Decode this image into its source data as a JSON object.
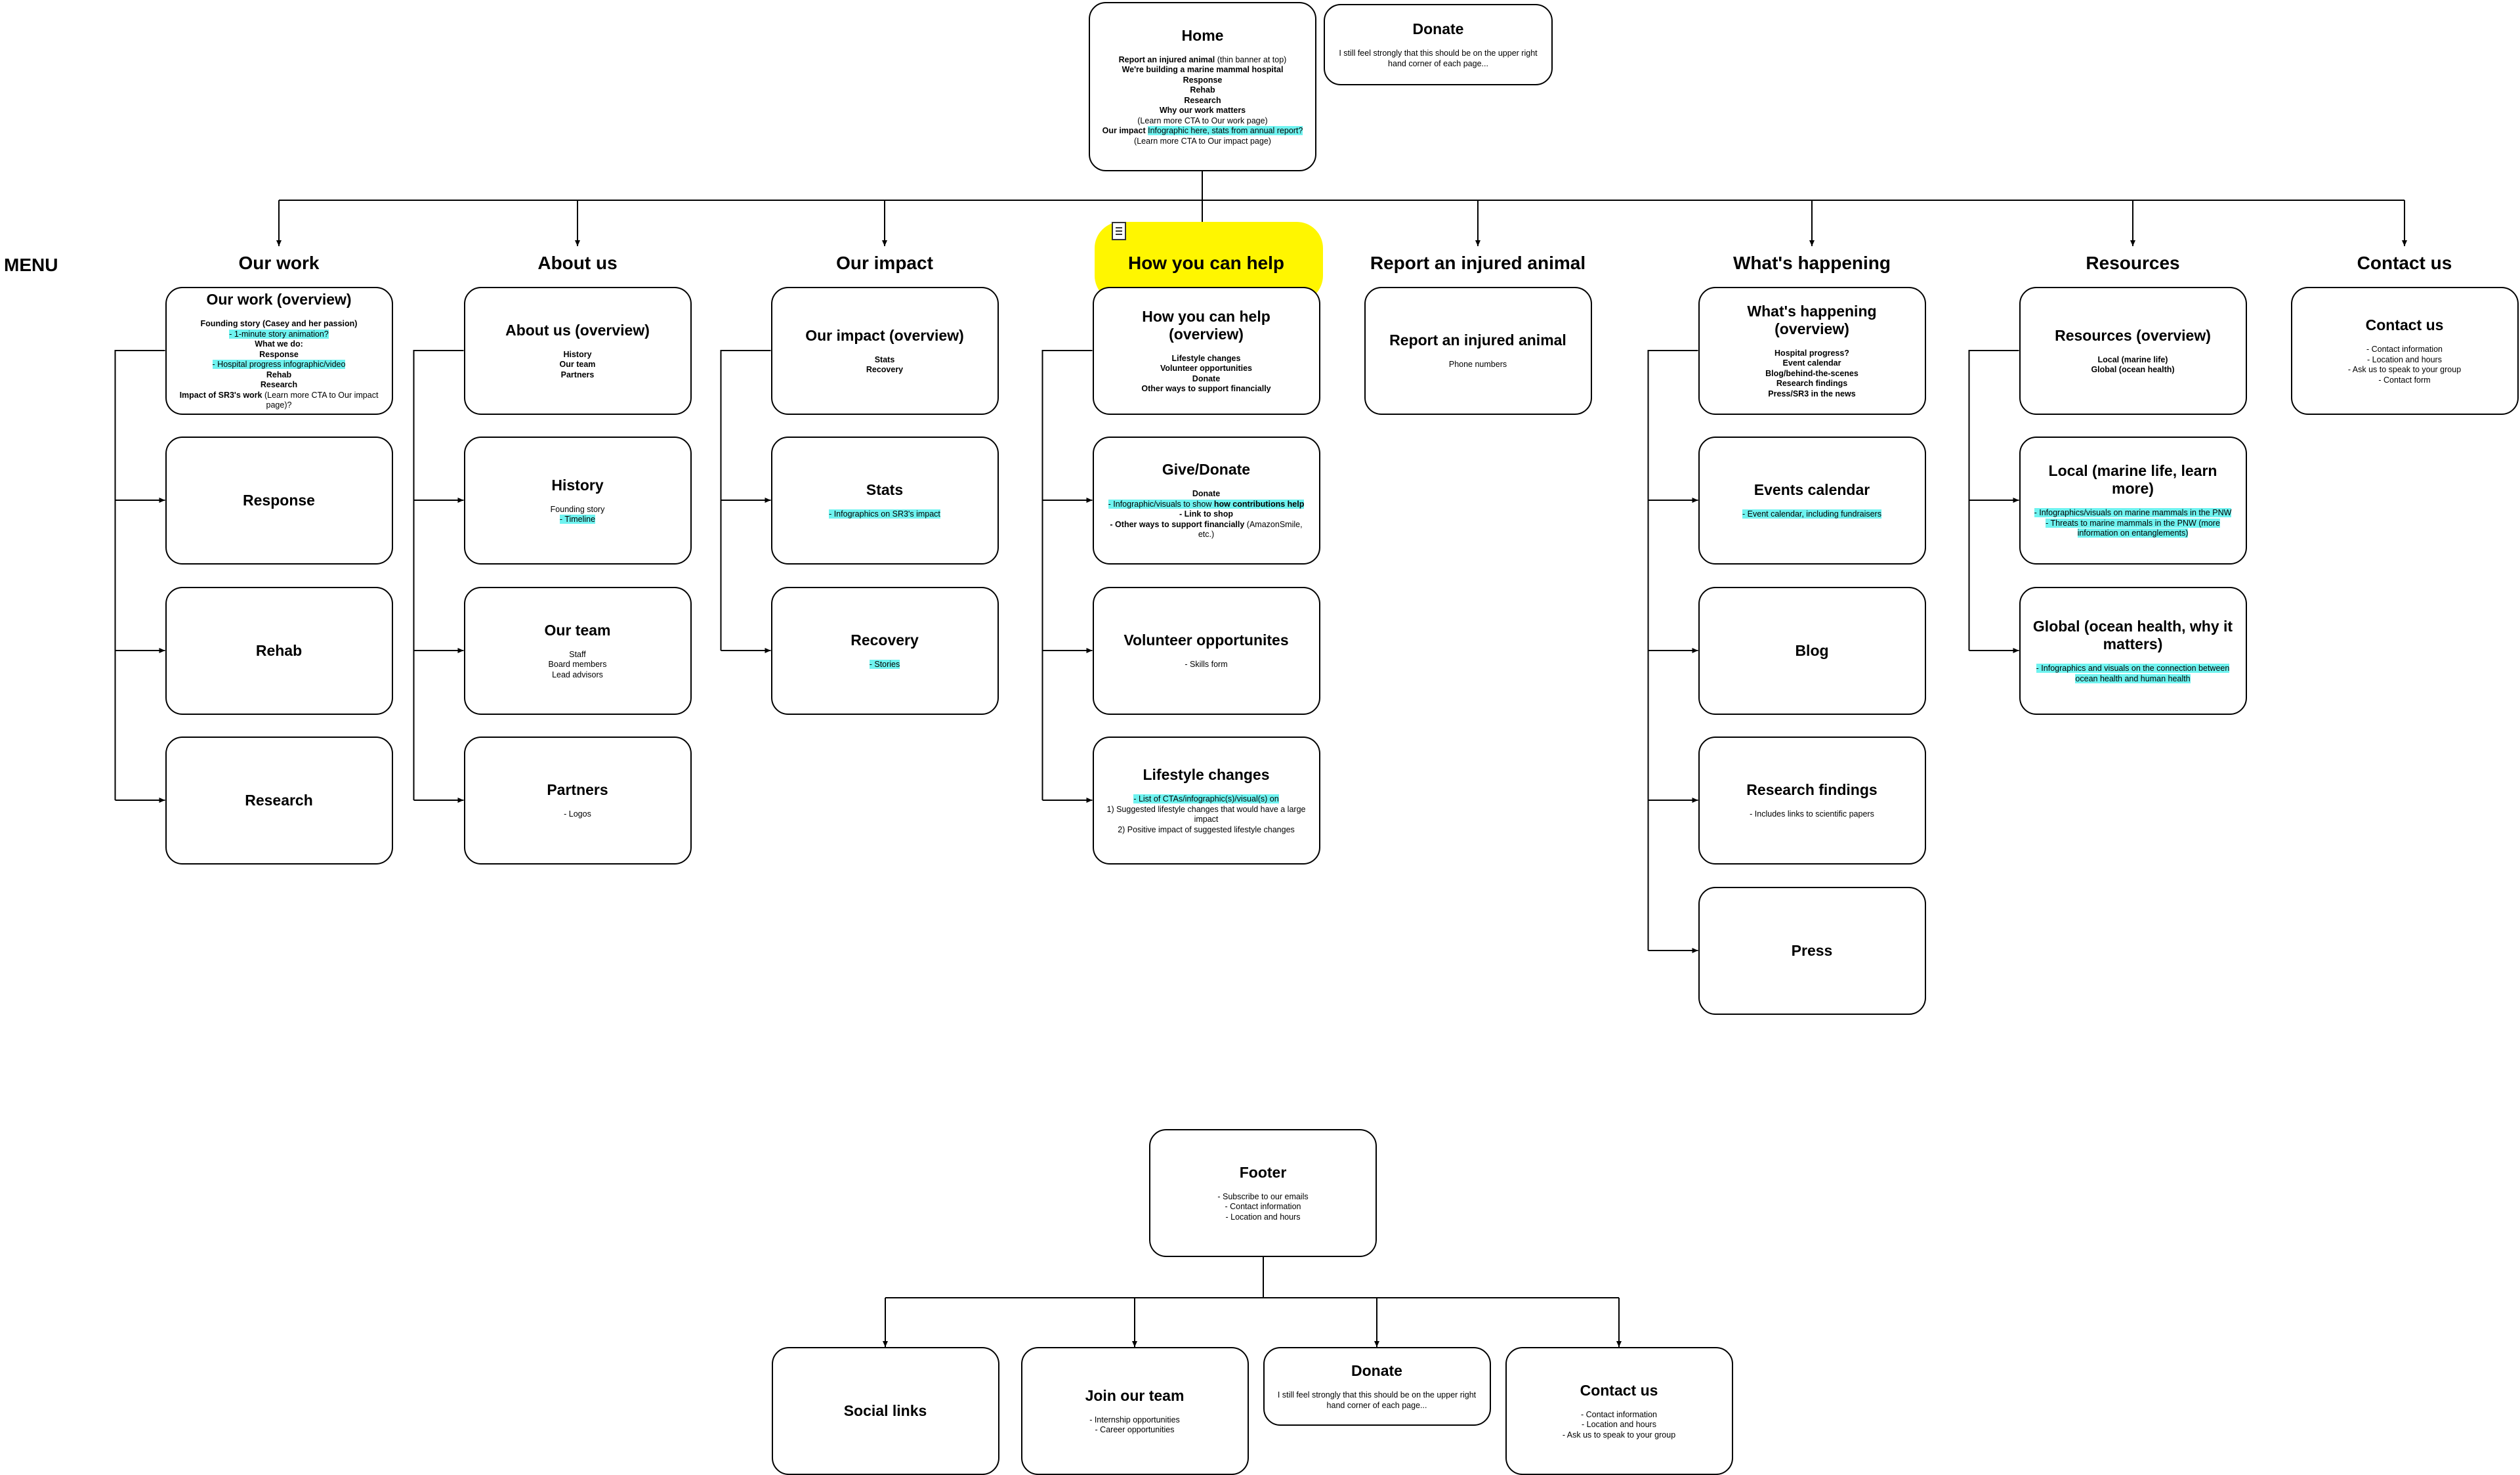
{
  "menu_label": "MENU",
  "home": {
    "title": "Home",
    "lines": [
      [
        {
          "t": "Report an injured animal",
          "b": true
        },
        {
          "t": " (thin banner at top)"
        }
      ],
      [
        {
          "t": "We're building a marine mammal hospital",
          "b": true
        }
      ],
      [
        {
          "t": "Response",
          "b": true
        }
      ],
      [
        {
          "t": "Rehab",
          "b": true
        }
      ],
      [
        {
          "t": "Research",
          "b": true
        }
      ],
      [
        {
          "t": "Why our work matters",
          "b": true
        }
      ],
      [
        {
          "t": "(Learn more CTA to Our work page)"
        }
      ],
      [
        {
          "t": "Our impact ",
          "b": true
        },
        {
          "t": "Infographic here, stats from annual report?",
          "h": true
        }
      ],
      [
        {
          "t": "(Learn more CTA to Our impact page)"
        }
      ]
    ]
  },
  "donate_top": {
    "title": "Donate",
    "lines": [
      [
        {
          "t": "I still feel strongly that this should be on the upper right hand corner of each page..."
        }
      ]
    ]
  },
  "columns": [
    {
      "header": "Our work",
      "nodes": [
        {
          "title": "Our work (overview)",
          "lines": [
            [
              {
                "t": "Founding story (Casey and her passion)",
                "b": true
              }
            ],
            [
              {
                "t": "- 1-minute story animation?",
                "h": true
              }
            ],
            [
              {
                "t": "What we do:",
                "b": true
              }
            ],
            [
              {
                "t": "Response",
                "b": true
              }
            ],
            [
              {
                "t": "- Hospital progress infographic/video",
                "h": true
              }
            ],
            [
              {
                "t": "Rehab",
                "b": true
              }
            ],
            [
              {
                "t": "Research",
                "b": true
              }
            ],
            [
              {
                "t": "Impact of SR3's work ",
                "b": true
              },
              {
                "t": "(Learn more CTA to Our impact page)?"
              }
            ]
          ]
        },
        {
          "title": "Response",
          "lines": []
        },
        {
          "title": "Rehab",
          "lines": []
        },
        {
          "title": "Research",
          "lines": []
        }
      ]
    },
    {
      "header": "About us",
      "nodes": [
        {
          "title": "About us (overview)",
          "lines": [
            [
              {
                "t": "History",
                "b": true
              }
            ],
            [
              {
                "t": "Our team",
                "b": true
              }
            ],
            [
              {
                "t": "Partners",
                "b": true
              }
            ]
          ]
        },
        {
          "title": "History",
          "lines": [
            [
              {
                "t": "Founding story"
              }
            ],
            [
              {
                "t": "- Timeline",
                "h": true
              }
            ]
          ]
        },
        {
          "title": "Our team",
          "lines": [
            [
              {
                "t": "Staff"
              }
            ],
            [
              {
                "t": "Board members"
              }
            ],
            [
              {
                "t": "Lead advisors"
              }
            ]
          ]
        },
        {
          "title": "Partners",
          "lines": [
            [
              {
                "t": "- Logos"
              }
            ]
          ]
        }
      ]
    },
    {
      "header": "Our impact",
      "nodes": [
        {
          "title": "Our impact (overview)",
          "lines": [
            [
              {
                "t": "Stats",
                "b": true
              }
            ],
            [
              {
                "t": "Recovery",
                "b": true
              }
            ]
          ]
        },
        {
          "title": "Stats",
          "lines": [
            [
              {
                "t": "- Infographics on SR3's impact",
                "h": true
              }
            ]
          ]
        },
        {
          "title": "Recovery",
          "lines": [
            [
              {
                "t": "- Stories",
                "h": true
              }
            ]
          ]
        }
      ]
    },
    {
      "header": "How you can help",
      "nodes": [
        {
          "title": "How you can help (overview)",
          "lines": [
            [
              {
                "t": "Lifestyle changes",
                "b": true
              }
            ],
            [
              {
                "t": "Volunteer opportunities",
                "b": true
              }
            ],
            [
              {
                "t": "Donate",
                "b": true
              }
            ],
            [
              {
                "t": "Other ways to support financially",
                "b": true
              }
            ]
          ]
        },
        {
          "title": "Give/Donate",
          "lines": [
            [
              {
                "t": "Donate",
                "b": true
              }
            ],
            [
              {
                "t": "- Infographic/visuals to show ",
                "h": true
              },
              {
                "t": "how contributions help",
                "h": true,
                "b": true
              }
            ],
            [
              {
                "t": "- Link to shop",
                "b": true
              }
            ],
            [
              {
                "t": "- Other ways to support financially",
                "b": true
              },
              {
                "t": " (AmazonSmile, etc.)"
              }
            ]
          ]
        },
        {
          "title": "Volunteer opportunites",
          "lines": [
            [
              {
                "t": "- Skills form"
              }
            ]
          ]
        },
        {
          "title": "Lifestyle changes",
          "lines": [
            [
              {
                "t": "- List of CTAs/infographic(s)/visual(s) on",
                "h": true
              }
            ],
            [
              {
                "t": "1) Suggested lifestyle changes that would have a large impact"
              }
            ],
            [
              {
                "t": "2) Positive impact of suggested lifestyle changes"
              }
            ]
          ]
        }
      ]
    },
    {
      "header": "Report an injured animal",
      "nodes": [
        {
          "title": "Report an injured animal",
          "lines": [
            [
              {
                "t": "Phone numbers"
              }
            ]
          ]
        }
      ]
    },
    {
      "header": "What's happening",
      "nodes": [
        {
          "title": "What's happening (overview)",
          "lines": [
            [
              {
                "t": "Hospital progress?",
                "b": true
              }
            ],
            [
              {
                "t": "Event calendar",
                "b": true
              }
            ],
            [
              {
                "t": "Blog/behind-the-scenes",
                "b": true
              }
            ],
            [
              {
                "t": "Research findings",
                "b": true
              }
            ],
            [
              {
                "t": "Press/SR3 in the news",
                "b": true
              }
            ]
          ]
        },
        {
          "title": "Events calendar",
          "lines": [
            [
              {
                "t": "- Event calendar, including fundraisers",
                "h": true
              }
            ]
          ]
        },
        {
          "title": "Blog",
          "lines": []
        },
        {
          "title": "Research findings",
          "lines": [
            [
              {
                "t": "- Includes links to scientific papers"
              }
            ]
          ]
        },
        {
          "title": "Press",
          "lines": []
        }
      ]
    },
    {
      "header": "Resources",
      "nodes": [
        {
          "title": "Resources (overview)",
          "lines": [
            [
              {
                "t": "Local (marine life)",
                "b": true
              }
            ],
            [
              {
                "t": "Global (ocean health)",
                "b": true
              }
            ]
          ]
        },
        {
          "title": "Local (marine life, learn more)",
          "lines": [
            [
              {
                "t": "- Infographics/visuals on marine mammals in the PNW",
                "h": true
              }
            ],
            [
              {
                "t": "- Threats to marine mammals in the PNW (more information on entanglements)",
                "h": true
              }
            ]
          ]
        },
        {
          "title": "Global (ocean health, why it matters)",
          "lines": [
            [
              {
                "t": "- Infographics and visuals on the connection between ocean health and human health",
                "h": true
              }
            ]
          ]
        }
      ]
    },
    {
      "header": "Contact us",
      "nodes": [
        {
          "title": "Contact us",
          "lines": [
            [
              {
                "t": "- Contact information"
              }
            ],
            [
              {
                "t": "- Location and hours"
              }
            ],
            [
              {
                "t": "- Ask us to speak to your group"
              }
            ],
            [
              {
                "t": "- Contact form"
              }
            ]
          ]
        }
      ]
    }
  ],
  "footer": {
    "title": "Footer",
    "lines": [
      [
        {
          "t": "- Subscribe to our emails"
        }
      ],
      [
        {
          "t": "- Contact information"
        }
      ],
      [
        {
          "t": "- Location and hours"
        }
      ]
    ],
    "children": [
      {
        "title": "Social links",
        "lines": []
      },
      {
        "title": "Join our team",
        "lines": [
          [
            {
              "t": "- Internship opportunities"
            }
          ],
          [
            {
              "t": "- Career opportunities"
            }
          ]
        ]
      },
      {
        "title": "Donate",
        "lines": [
          [
            {
              "t": "I still feel strongly that this should be on the upper right hand corner of each page..."
            }
          ]
        ]
      },
      {
        "title": "Contact us",
        "lines": [
          [
            {
              "t": "- Contact information"
            }
          ],
          [
            {
              "t": "- Location and hours"
            }
          ],
          [
            {
              "t": "- Ask us to speak to your group"
            }
          ]
        ]
      }
    ]
  }
}
